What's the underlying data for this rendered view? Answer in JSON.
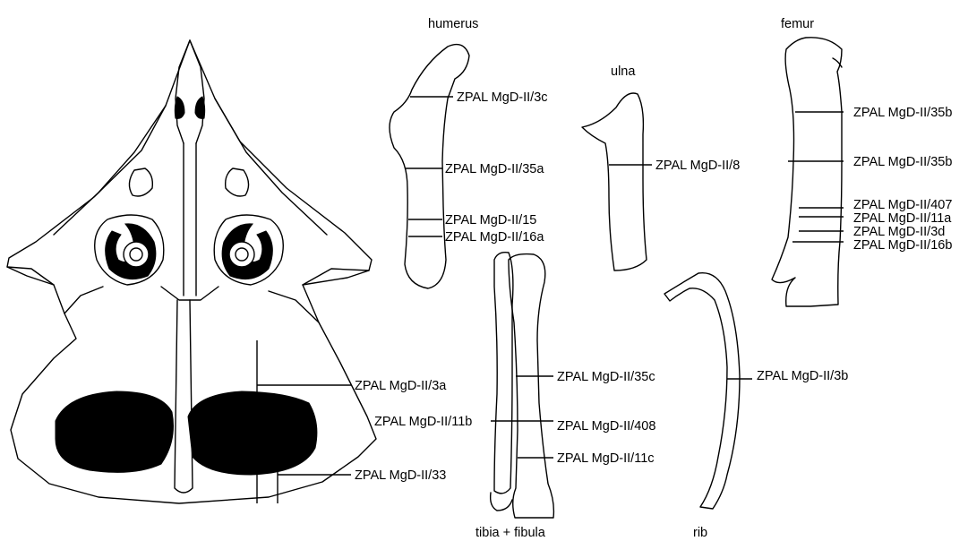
{
  "titles": {
    "humerus": "humerus",
    "ulna": "ulna",
    "femur": "femur",
    "tibia_fibula": "tibia + fibula",
    "rib": "rib"
  },
  "labels": {
    "humerus": [
      "ZPAL MgD-II/3c",
      "ZPAL MgD-II/35a",
      "ZPAL MgD-II/15",
      "ZPAL MgD-II/16a"
    ],
    "ulna": [
      "ZPAL MgD-II/8"
    ],
    "femur": [
      "ZPAL MgD-II/35b",
      "ZPAL MgD-II/35b",
      "ZPAL MgD-II/407",
      "ZPAL MgD-II/11a",
      "ZPAL MgD-II/3d",
      "ZPAL MgD-II/16b"
    ],
    "tibia": [
      "ZPAL MgD-II/35c",
      "ZPAL MgD-II/11b",
      "ZPAL MgD-II/408",
      "ZPAL MgD-II/11c"
    ],
    "rib": [
      "ZPAL MgD-II/3b"
    ],
    "skull": [
      "ZPAL MgD-II/3a",
      "ZPAL MgD-II/33"
    ]
  }
}
